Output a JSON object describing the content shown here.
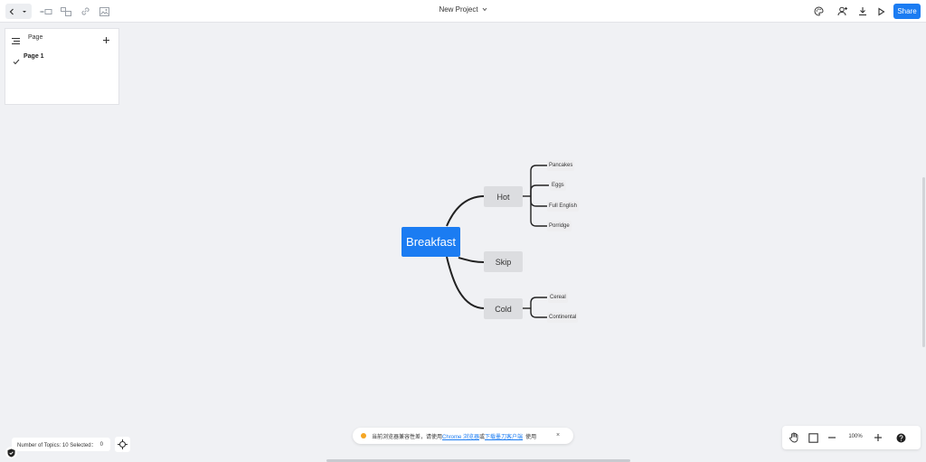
{
  "toolbar": {
    "title": "New Project",
    "share_label": "Share"
  },
  "pages_panel": {
    "header": "Page",
    "items": [
      {
        "label": "Page 1",
        "selected": true
      }
    ]
  },
  "mindmap": {
    "root": "Breakfast",
    "branches": [
      {
        "label": "Hot",
        "children": [
          "Pancakes",
          "Eggs",
          "Full English",
          "Porridge"
        ]
      },
      {
        "label": "Skip",
        "children": []
      },
      {
        "label": "Cold",
        "children": [
          "Cereal",
          "Continental"
        ]
      }
    ]
  },
  "status": {
    "text": "Number of Topics: 10 Selected：",
    "selected": "0"
  },
  "notice": {
    "prefix": "当前浏览器兼容性差，请使用",
    "link1": "Chrome 浏览器",
    "middle": "或",
    "link2": "下载墨刀客户端",
    "suffix": "使用",
    "close": "×"
  },
  "zoom": {
    "value": "100%"
  },
  "colors": {
    "accent": "#1b7cf2",
    "warning": "#f5a623",
    "canvas": "#f0f1f4"
  }
}
